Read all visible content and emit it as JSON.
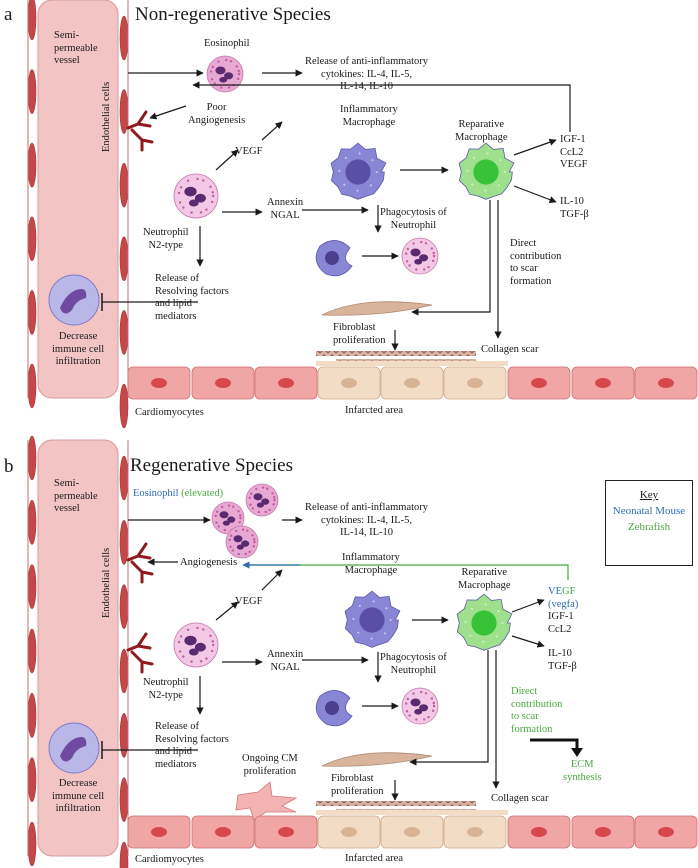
{
  "panel_a": {
    "letter": "a",
    "title": "Non-regenerative Species",
    "semi_permeable_vessel": "Semi-\npermeable\nvessel",
    "endothelial_cells": "Endothelial cells",
    "eosinophil": "Eosinophil",
    "release_anti_inflammatory": "Release of anti-inflammatory\ncytokines: IL-4, IL-5,\nIL-14, IL-10",
    "poor_angiogenesis": "Poor\nAngiogenesis",
    "vegf": "VEGF",
    "inflammatory_macrophage": "Inflammatory\nMacrophage",
    "reparative_macrophage": "Reparative\nMacrophage",
    "igf_list": "IGF-1\nCcL2\nVEGF",
    "il10_list": "IL-10\nTGF-β",
    "annexin_ngal": "Annexin\nNGAL",
    "phagocytosis": "Phagocytosis of\nNeutrophil",
    "neutrophil": "Neutrophil\nN2-type",
    "direct_contribution": "Direct\ncontribution\nto scar\nformation",
    "release_resolving": "Release of\nResolving factors\nand lipid\nmediators",
    "decrease_immune": "Decrease\nimmune cell\ninfiltration",
    "fibroblast": "Fibroblast\nproliferation",
    "collagen_scar": "Collagen scar",
    "cardiomyocytes": "Cardiomyocytes",
    "infarcted_area": "Infarcted area"
  },
  "panel_b": {
    "letter": "b",
    "title": "Regenerative Species",
    "semi_permeable_vessel": "Semi-\npermeable\nvessel",
    "endothelial_cells": "Endothelial cells",
    "eosinophil": "Eosinophil",
    "elevated": "(elevated)",
    "release_anti_inflammatory": "Release of anti-inflammatory\ncytokines: IL-4, IL-5,\nIL-14, IL-10",
    "angiogenesis": "Angiogenesis",
    "vegf": "VEGF",
    "inflammatory_macrophage": "Inflammatory\nMacrophage",
    "reparative_macrophage": "Reparative\nMacrophage",
    "vegf_ve": "VE",
    "vegf_gf": "GF",
    "vegfa": "(vegfa)",
    "igf_ccl2": "IGF-1\nCcL2",
    "il10_list": "IL-10\nTGF-β",
    "annexin_ngal": "Annexin\nNGAL",
    "phagocytosis": "Phagocytosis of\nNeutrophil",
    "neutrophil": "Neutrophil\nN2-type",
    "direct_contribution": "Direct\ncontribution\nto scar\nformation",
    "ecm_synthesis": "ECM\nsynthesis",
    "release_resolving": "Release of\nResolving factors\nand lipid\nmediators",
    "decrease_immune": "Decrease\nimmune cell\ninfiltration",
    "ongoing_cm": "Ongoing CM\nproliferation",
    "fibroblast": "Fibroblast\nproliferation",
    "collagen_scar": "Collagen scar",
    "cardiomyocytes": "Cardiomyocytes",
    "infarcted_area": "Infarcted area"
  },
  "key": {
    "title": "Key",
    "neonatal_mouse": "Neonatal Mouse",
    "zebrafish": "Zebrafish",
    "colors": {
      "neonatal_mouse": "#2f6db3",
      "zebrafish": "#4aa83f"
    }
  },
  "colors": {
    "vessel": "#f2c4c4",
    "endothelial": "#c4474a",
    "eosinophil": "#e8a8d4",
    "neutrophil": "#f3c8e6",
    "inflammatory_macrophage": "#8a86d6",
    "reparative_macrophage": "#9ee08c",
    "cardiomyocyte": "#f1a6a6",
    "infarct_cell": "#f3dcc6",
    "fibroblast": "#d8b49c",
    "collagen": "#b07b6e"
  }
}
